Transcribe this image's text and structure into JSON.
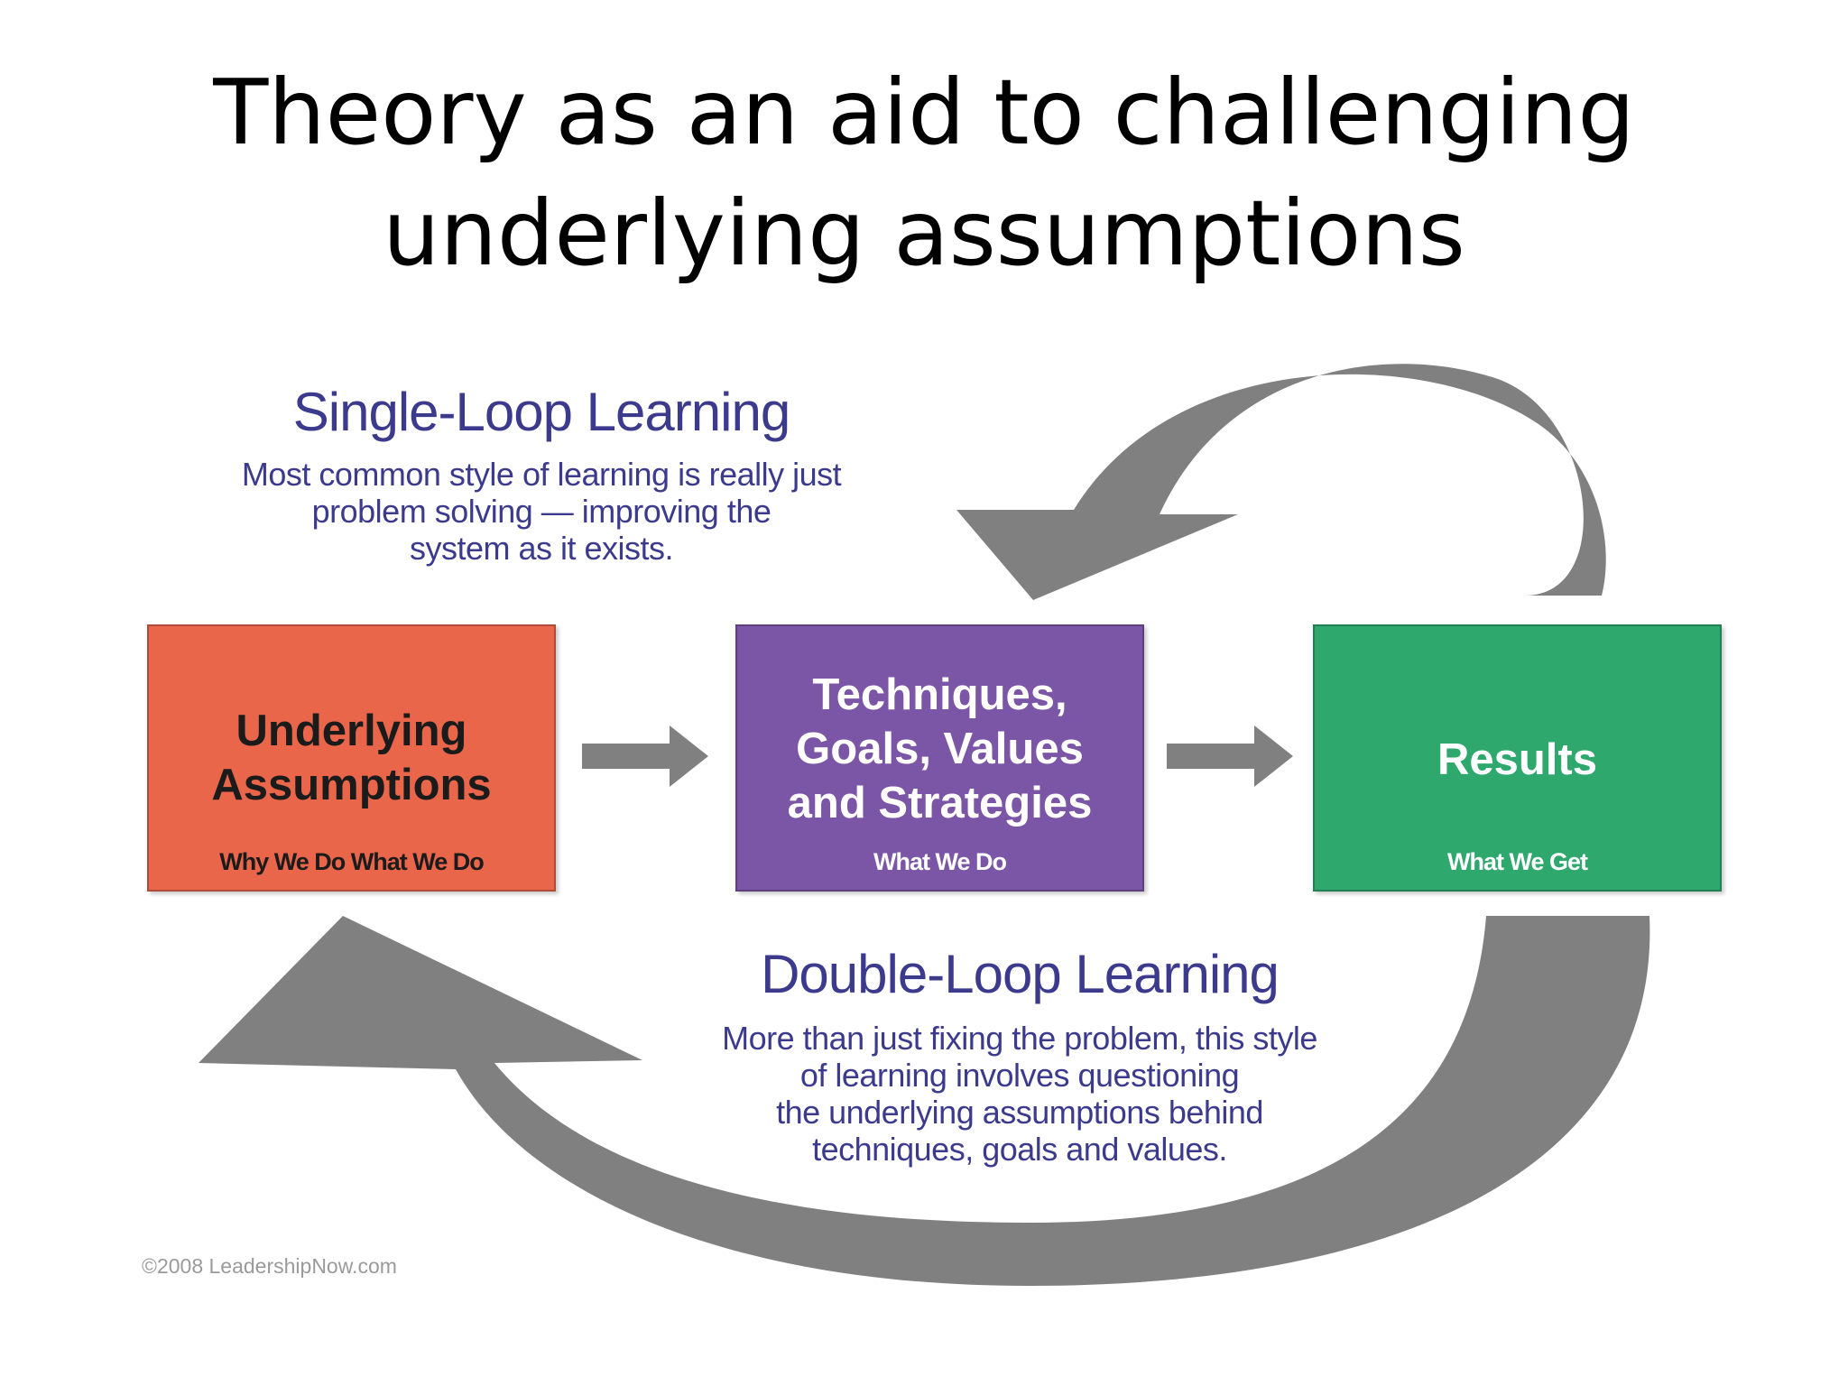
{
  "title": {
    "line1": "Theory as an aid to challenging",
    "line2": "underlying assumptions"
  },
  "single_loop": {
    "title": "Single-Loop Learning",
    "description_lines": [
      "Most common style of learning is really just",
      "problem solving — improving the",
      "system as it exists."
    ]
  },
  "boxes": [
    {
      "title_lines": [
        "Underlying",
        "Assumptions"
      ],
      "subtitle": "Why We Do What We Do",
      "color": "#e9664a",
      "text_color": "#1b1b1b"
    },
    {
      "title_lines": [
        "Techniques,",
        "Goals, Values",
        "and Strategies"
      ],
      "subtitle": "What We Do",
      "color": "#7c56a6",
      "text_color": "#ffffff"
    },
    {
      "title_lines": [
        "Results"
      ],
      "subtitle": "What We Get",
      "color": "#2fa86e",
      "text_color": "#ffffff"
    }
  ],
  "double_loop": {
    "title": "Double-Loop Learning",
    "description_lines": [
      "More than just fixing the problem, this style",
      "of learning involves questioning",
      "the underlying assumptions behind",
      "techniques, goals and values."
    ]
  },
  "copyright": "©2008 LeadershipNow.com",
  "colors": {
    "arrow": "#808080",
    "loop_text": "#3c3a8c"
  }
}
